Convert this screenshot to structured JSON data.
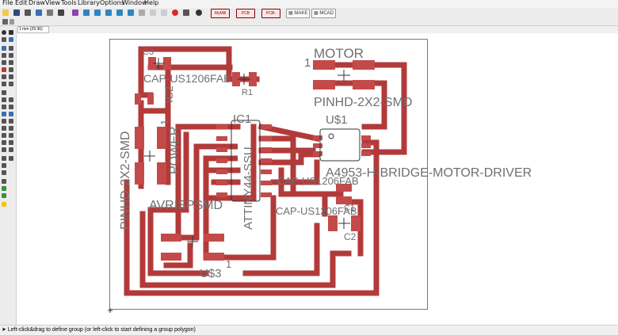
{
  "menu": {
    "items": [
      "File",
      "Edit",
      "Draw",
      "View",
      "Tools",
      "Library",
      "Options",
      "Window",
      "Help"
    ]
  },
  "toolbar": {
    "fab_buttons": [
      "MyMill FAB",
      "PCB SERVICE",
      "PCB-CHECK"
    ],
    "make_label": "MAKE",
    "mcad_label": "MCAD"
  },
  "coordinate_field": {
    "value": "1 mm (29 36)"
  },
  "board": {
    "labels": [
      {
        "id": "motor",
        "text": "MOTOR"
      },
      {
        "id": "motor_pin",
        "text": "1"
      },
      {
        "id": "c3",
        "text": "C3"
      },
      {
        "id": "cap_top",
        "text": "CAP-US1206FAB"
      },
      {
        "id": "ic2",
        "text": "IC2"
      },
      {
        "id": "r1",
        "text": "R1"
      },
      {
        "id": "pin_top",
        "text": "PINHD-2X2-SMD"
      },
      {
        "id": "u1",
        "text": "U$1"
      },
      {
        "id": "ic1",
        "text": "IC1"
      },
      {
        "id": "pin_left",
        "text": "PINHD-2X2-SMD"
      },
      {
        "id": "power",
        "text": "POWER"
      },
      {
        "id": "power_pin",
        "text": "1"
      },
      {
        "id": "attiny",
        "text": "ATTINY44-SSU"
      },
      {
        "id": "driver",
        "text": "A4953-H-BRIDGE-MOTOR-DRIVER"
      },
      {
        "id": "cap_mid",
        "text": "CAP-US1206FAB"
      },
      {
        "id": "cap_low",
        "text": "CAP-US1206FAB"
      },
      {
        "id": "c1",
        "text": "C1"
      },
      {
        "id": "c2",
        "text": "C2"
      },
      {
        "id": "avrisp",
        "text": "AVRISPSMD"
      },
      {
        "id": "u3",
        "text": "U$3"
      },
      {
        "id": "u3_pin",
        "text": "1"
      }
    ],
    "colors": {
      "trace": "#b23a3a",
      "pad": "#c44a4a",
      "silk": "#6f6f6f",
      "outline": "#777777"
    }
  },
  "status": {
    "message": "Left-click&drag to define group (or left-click to start defining a group polygon)"
  }
}
